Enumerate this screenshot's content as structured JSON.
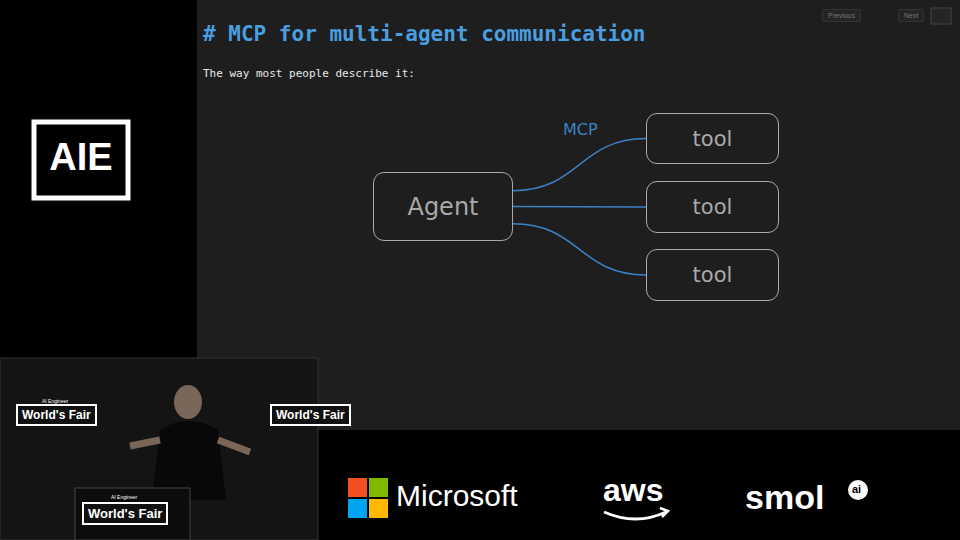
{
  "diagram": {
    "title": "# MCP for multi-agent communication",
    "nodes": [
      {
        "text": [
          "Agent"
        ]
      },
      {
        "text": [
          "tool"
        ]
      },
      {
        "text": [
          "tool"
        ]
      },
      {
        "text": [
          "tool"
        ]
      }
    ],
    "edges": [
      {
        "from": 0,
        "to": 1,
        "arrow": "none",
        "label": "MCP"
      },
      {
        "from": 0,
        "to": 2,
        "arrow": "none"
      },
      {
        "from": 0,
        "to": 3,
        "arrow": "none"
      }
    ],
    "labels": [
      "The way most people describe it:",
      "Previous",
      "Next",
      "AIE",
      "AI Engineer",
      "World's Fair",
      "World's Fair",
      "AI Engineer",
      "World's Fair",
      "Microsoft",
      "aws",
      "smol",
      "ai"
    ]
  }
}
